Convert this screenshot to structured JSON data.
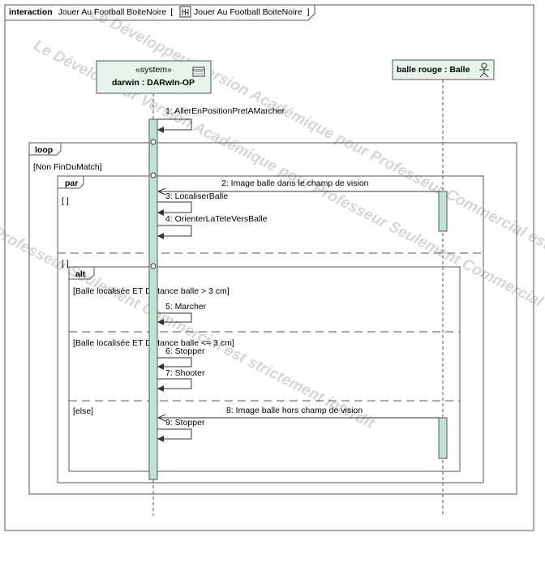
{
  "header": {
    "keyword": "interaction",
    "name": "Jouer Au Football BoiteNoire",
    "ref_open": "[",
    "ref_name": "Jouer Au Football BoiteNoire",
    "ref_close": "]"
  },
  "lifelines": [
    {
      "stereotype": "«system»",
      "label": "darwin : DARwIn-OP",
      "icon": "block-icon"
    },
    {
      "label": "balle rouge : Balle",
      "icon": "actor-icon"
    }
  ],
  "messages": [
    "1: AllerEnPositionPretAMarcher",
    "2: Image balle dans le champ de vision",
    "3: LocaliserBalle",
    "4: OrienterLaTeteVersBalle",
    "5: Marcher",
    "6: Stopper",
    "7: Shooter",
    "8: Image balle hors champ de vision",
    "9: Stopper"
  ],
  "fragments": {
    "loop": {
      "operator": "loop",
      "guard": "[Non FinDuMatch]"
    },
    "par": {
      "operator": "par",
      "guard1": "[ ]",
      "guard2": "[ ]"
    },
    "alt": {
      "operator": "alt",
      "guard1": "[Balle localisée ET Distance balle > 3 cm]",
      "guard2": "[Balle localisée ET Distance balle <= 3 cm]",
      "guard3": "[else]"
    }
  },
  "watermark": [
    "Le Développeur Version Académique pour Professeur Commercial est strictement interdit",
    "Le Développeur Version Académique pour Professeur Seulement Commercial est strictement interdit",
    "Professeur Seulement Commercial est strictement interdit"
  ],
  "colors": {
    "activation": "#bfe3d3",
    "lifeline_head": "#e6f4ed",
    "border": "#333333"
  }
}
